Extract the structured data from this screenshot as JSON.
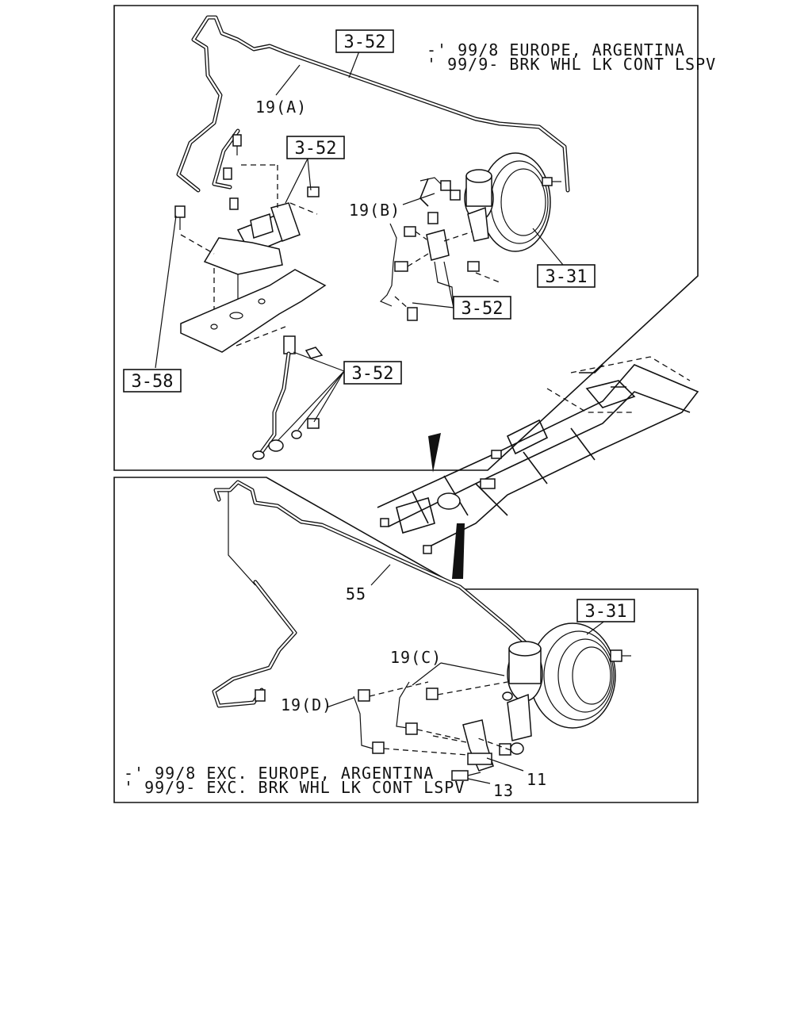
{
  "top_panel": {
    "note_line1": "-' 99/8 EUROPE, ARGENTINA",
    "note_line2": "' 99/9- BRK WHL LK CONT LSPV",
    "refs": [
      "3-52",
      "3-52",
      "3-31",
      "3-52",
      "3-58",
      "3-52"
    ],
    "labels": [
      "19(A)",
      "19(B)"
    ]
  },
  "bottom_panel": {
    "note_line1": "-' 99/8 EXC. EUROPE, ARGENTINA",
    "note_line2": "' 99/9- EXC. BRK WHL LK CONT LSPV",
    "refs": [
      "3-31"
    ],
    "labels": [
      "55",
      "19(C)",
      "19(D)",
      "11",
      "13"
    ]
  }
}
